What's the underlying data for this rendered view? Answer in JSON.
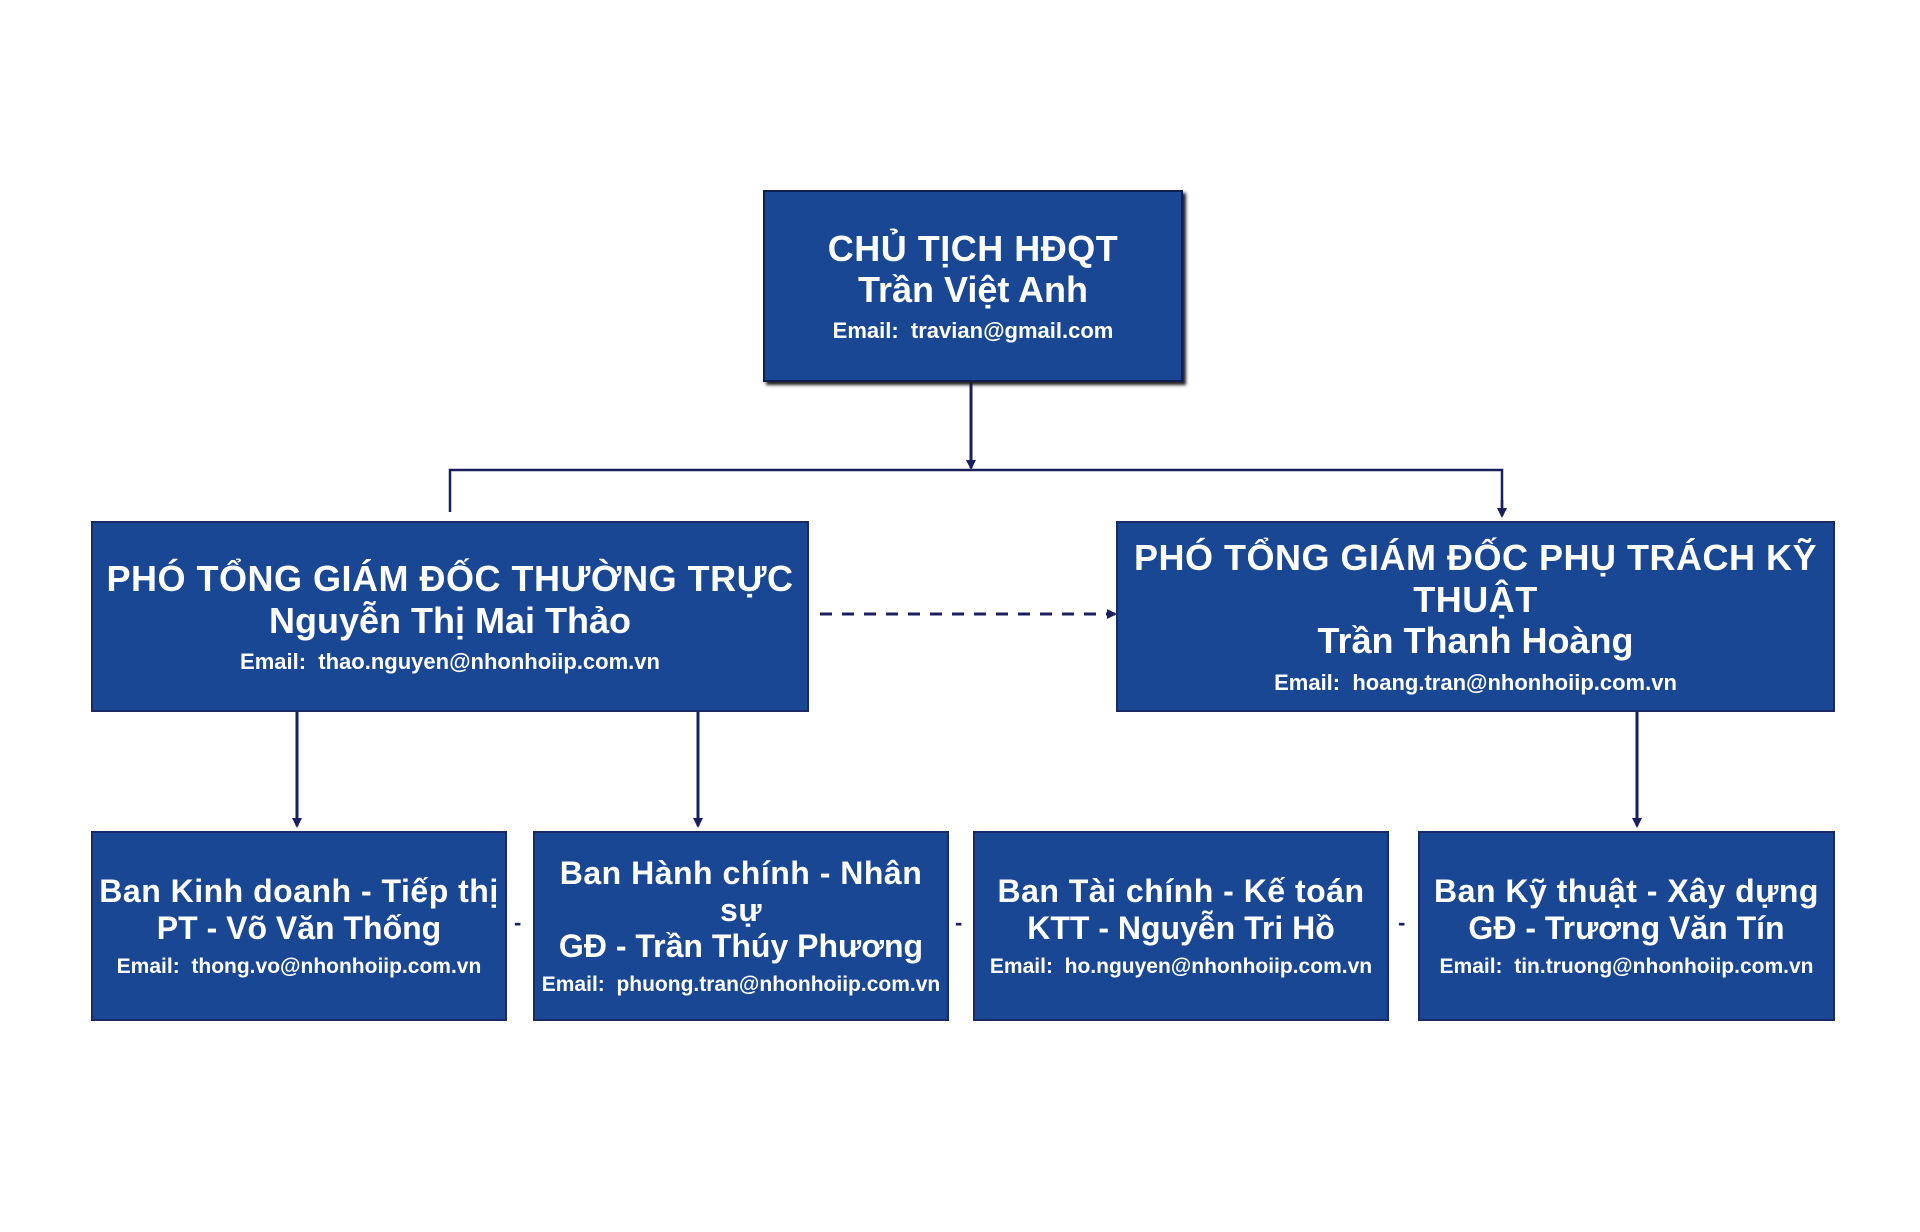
{
  "nodes": {
    "chairman": {
      "title": "CHỦ TỊCH HĐQT",
      "person": "Trần Việt Anh",
      "email_label": "Email:",
      "email": "travian@gmail.com"
    },
    "deputy_standing": {
      "title": "PHÓ TỔNG GIÁM ĐỐC THƯỜNG TRỰC",
      "person": "Nguyễn Thị Mai Thảo",
      "email_label": "Email:",
      "email": "thao.nguyen@nhonhoiip.com.vn"
    },
    "deputy_technical": {
      "title": "PHÓ TỔNG GIÁM ĐỐC PHỤ TRÁCH KỸ THUẬT",
      "person": "Trần Thanh Hoàng",
      "email_label": "Email:",
      "email": "hoang.tran@nhonhoiip.com.vn"
    },
    "sales": {
      "title": "Ban Kinh doanh - Tiếp thị",
      "person": "PT - Võ Văn Thống",
      "email_label": "Email:",
      "email": "thong.vo@nhonhoiip.com.vn"
    },
    "admin_hr": {
      "title": "Ban Hành chính - Nhân sự",
      "person": "GĐ - Trần Thúy Phương",
      "email_label": "Email:",
      "email": "phuong.tran@nhonhoiip.com.vn"
    },
    "finance": {
      "title": "Ban Tài chính - Kế toán",
      "person": "KTT - Nguyễn Tri Hồ",
      "email_label": "Email:",
      "email": "ho.nguyen@nhonhoiip.com.vn"
    },
    "engineering": {
      "title": "Ban Kỹ thuật - Xây dựng",
      "person": "GĐ - Trương Văn Tín",
      "email_label": "Email:",
      "email": "tin.truong@nhonhoiip.com.vn"
    }
  },
  "separators": [
    "-",
    "-",
    "-"
  ],
  "colors": {
    "box_fill": "#1a4793",
    "box_border": "#1b2a66",
    "connector": "#1b1f5e",
    "text": "#ffffff"
  }
}
